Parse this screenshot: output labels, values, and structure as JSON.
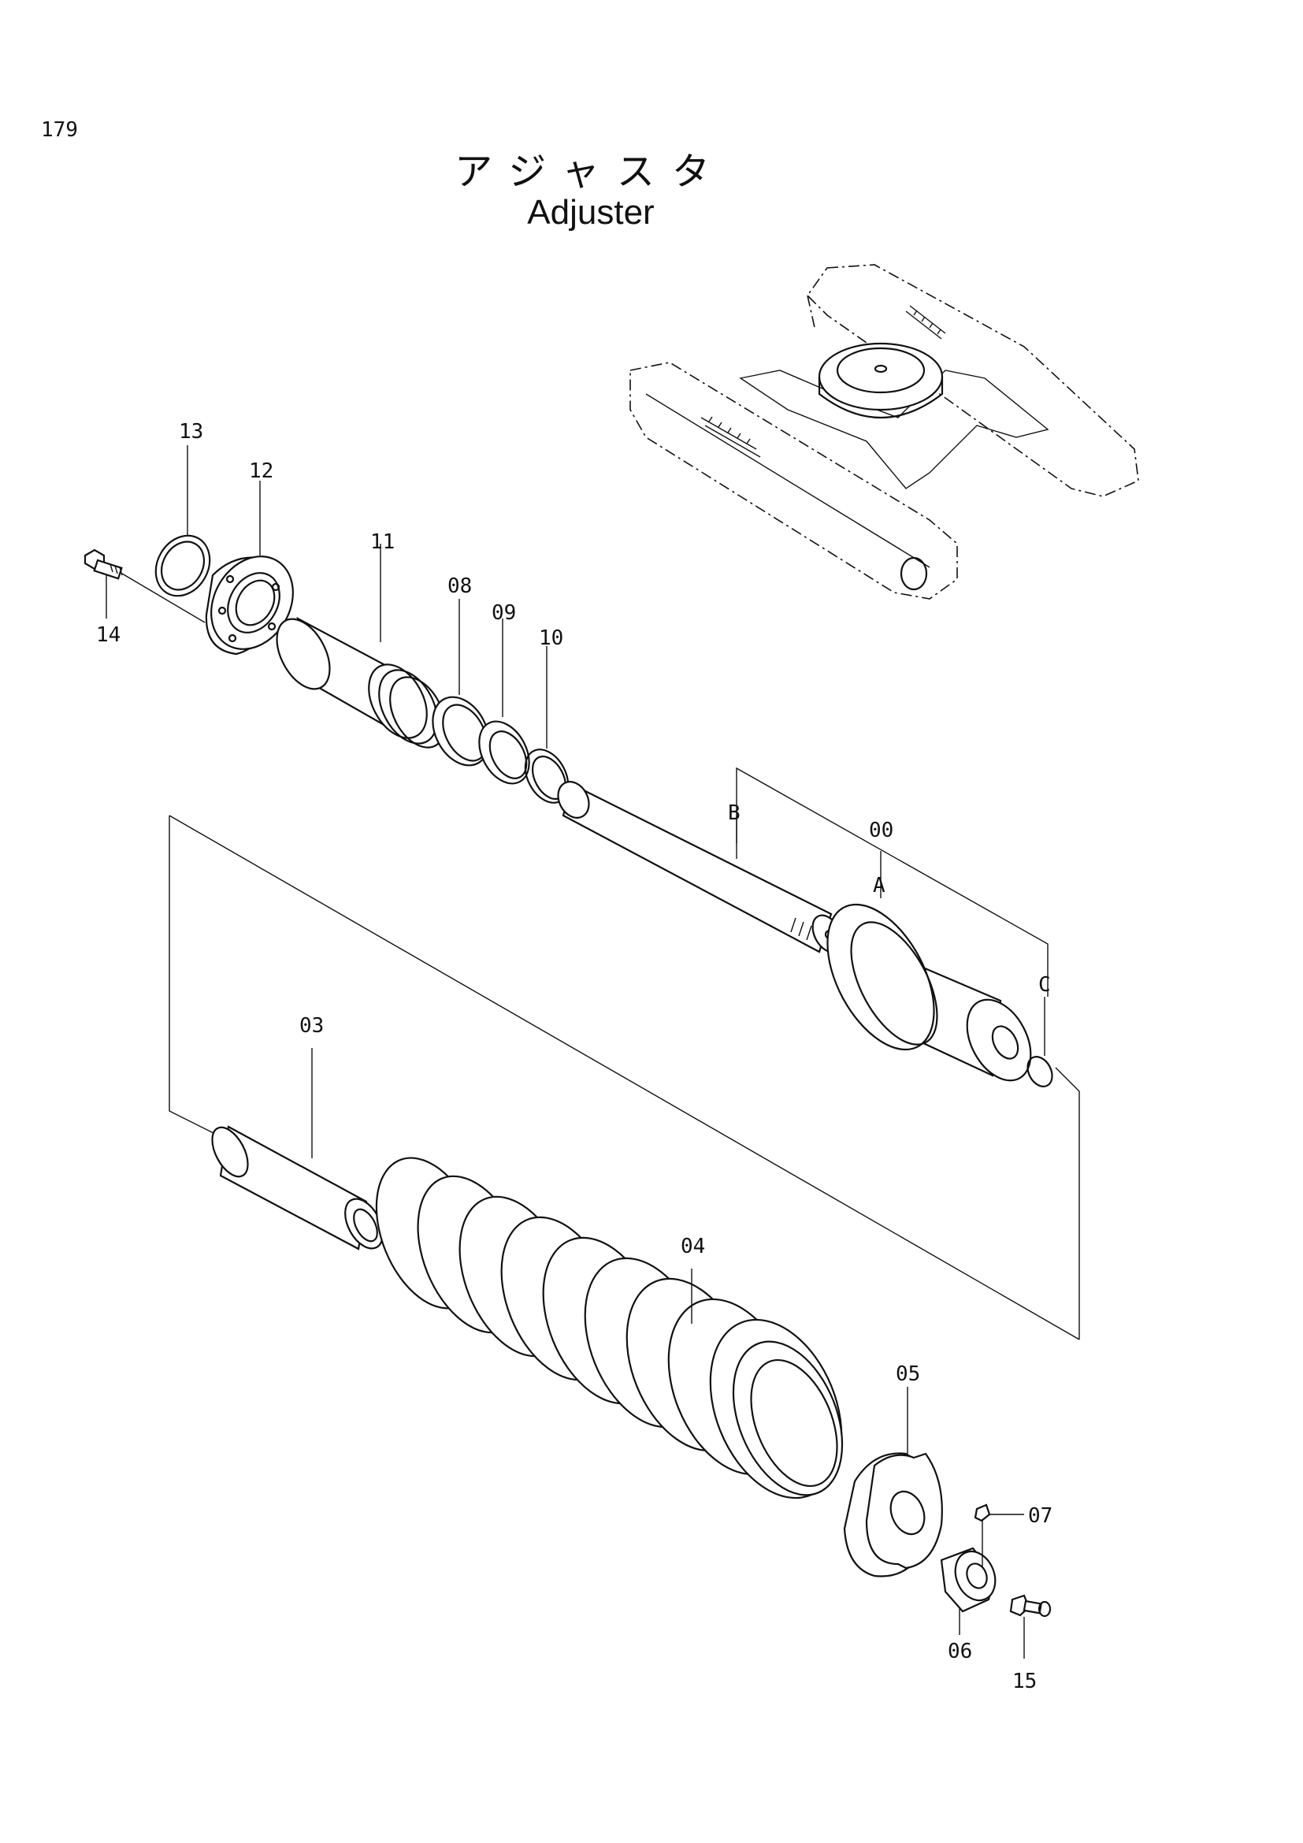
{
  "page": {
    "number": "179"
  },
  "title": {
    "japanese": "アジャスタ",
    "english": "Adjuster"
  },
  "callouts": {
    "00": "00",
    "03": "03",
    "04": "04",
    "05": "05",
    "06": "06",
    "07": "07",
    "08": "08",
    "09": "09",
    "10": "10",
    "11": "11",
    "12": "12",
    "13": "13",
    "14": "14",
    "15": "15",
    "A": "A",
    "B": "B",
    "C": "C"
  }
}
